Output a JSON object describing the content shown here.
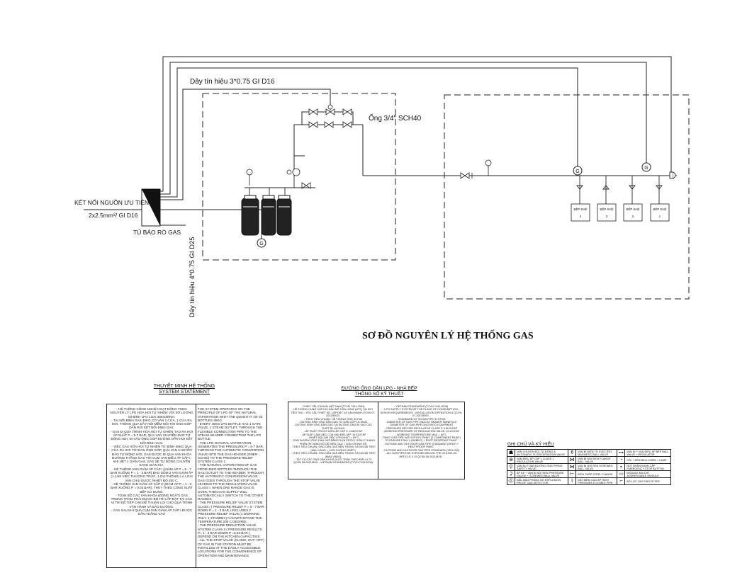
{
  "diagram": {
    "title": "SƠ ĐỒ NGUYÊN LÝ HỆ THỐNG GAS",
    "signal_cable_top": "Dây tín hiệu 3*0.75 GI D16",
    "signal_cable_side": "Dây tín hiệu 4*0.75 GI D25",
    "pipe_label": "Ống 3/4\" SCH40",
    "power_label": "KẾT NỐI NGUỒN ƯU TIÊN",
    "power_cable": "2x2.5mm²/ GI D16",
    "panel_label": "TỦ BÁO RÒ GAS",
    "detector_symbol": "G",
    "stoves": [
      {
        "name": "BẾP KHÈ",
        "num": "4"
      },
      {
        "name": "BẾP KHÈ",
        "num": "3"
      },
      {
        "name": "BẾP KHÈ",
        "num": "2"
      },
      {
        "name": "BẾP KHÈ",
        "num": "1"
      }
    ]
  },
  "statement": {
    "title_vn": "THUYẾT MINH HỆ THỐNG",
    "title_en": "SYSTEM STATEMENT",
    "col_vn": "- HỆ THỐNG CÔNG NGHỆ HOẠT ĐỘNG THEO NGUYÊN LÝ LPG HÓA HƠI TỰ NHIÊN VỚI SỐ LƯỢNG 03 BÌNH LPG LOẠI 45KG/BÌNH.\n- TẠI NỐI BÌNH GAS 45KG CÓ VAN 1 CỬA, 1 CỬA RA HƠI, THÔNG QUA DÂY NỐI MỀM NỐI TỚI ỐNG GÓP DẪN HƠI KẾT NỐI BÌNH GAS.\n- GAS ĐI QUA TRÌNH HÓA HƠI TỰ NHIÊN TẠO RA HƠI ÁP SUẤT P = 5-7 BAR, QUA VAN CHUYỂN ĐẢO TỰ ĐỘNG HƠI, ĐI VÀO ỐNG GÓP ĐƯỜNG DẪN HƠI KẾT NỐI BÌNH GAS.\n- VIỆC GAS HÓA HƠI TỰ NHIÊN TỪ BÌNH 45KG QUA CỬA RA HƠI TỚI DÀN ỐNG GÓP, QUA VAN CHUYỂN ĐẢO TỰ ĐỘNG HƠI, GAS ĐƯỢC ĐI QUA VAN KHÓA ĐƯỜNG THẲNG GAS TỚI CỤM VAN ĐIỀU ÁP CẤP I, KHI HẾT 1 GIÀN GAS, GAS SẼ TỰ ĐỘNG CHUYỂN SANG GIÀN KIA.\n- HỆ THỐNG VAN GIẢM ÁP CẤP I (GIẢM ÁP P = 5 - 7 BAR XUỐNG P = 1 - 3 BAR) BAO GỒM 2 VAN GIẢM ÁP (1 LÀM VIỆC THƯỜNG TRỰC, 1 DỰ PHÒNG) LÀ LOẠI VAN CHỊU ĐƯỢC NHIỆT ĐỘ 200 C.\n- HỆ THỐNG VAN GIẢM ÁP CẤP II (GIẢM ÁP P = 1 - 3 BAR XUỐNG P = 0.03 BAR), THUY THEO CÔNG SUẤT BẾP SỬ DỤNG.\n- TOÀN BỘ CÁC VAN KHÓA (ĐÓNG NGẮT) GAS TRONG TRẠM PHẢI ĐƯỢC BỐ TRÍ LẮP ĐẶT TẠI CÁC VỊ TRÍ DỄ TIẾP CẬN ĐỂ THUẬN LỢI CHO QUÁ TRÌNH VẬN HÀNH VÀ BẢO DƯỠNG.\n- GAS SAU KHI QUA CỤM VAN GIẢM ÁP CẤP I ĐƯỢC DẪN THẲNG VÀO",
    "col_en": "THE SYSTEM OPERATES ON THE PRINCIPLE OF LPG OF THE NATURAL VAPORATION WITH THE QUANTITY OF 03 BOTTLES 45KG.\n- EVERY 45KG LPG BOTTLE HAS 1 GATE VALVE, 1 STEAM OUTLET, THROUGH THE FLEXIBLE CONNECTION PIPE TO THE STEAM HEADER CONNECTING THE LPG BOTTLE.\n- THE LPG NATURAL VAPORATION GENERATES THE PRESSURE P = 5-7 BAR, THROUGH THE AUTOMATIC CONVERTION VALVE INTO THE GAS HEADER (ONER-SCH40) TO THE PRESSURE RELIEF SYSTEM CLASS 1.\n- THE NATURAL VAPORATION OF GAS FROM 45KG BOTTLES THROUGH THE GAS OUTLET TO THE HEADER, THROUGH THE AUTOMATIC CONVERSION VALVE, GAS GOES THROUGH THE STOP VALVE LEADING TO THE REGULATION VALVE CLASS I. WHEN ONE RANGE GAS IS OVER, THEN GAS SUPPLY WILL AUTOMATICALLY SWITCH TO THE OTHER RANGES.\n- THE PRESSURE RELIEF VALVE SYSTEM CLASS I ( PRESSURE RELIEF P = 5 - 7 BAR DOWN P = 1 - 3 BAR ) INCLUDES 2 PRESSURE RELIEF VALVE (1 WORKING ONLY, 1 STANDBY) CAN WITHSTAND THE TEMPERATURE 200 C DEGREE.\n- THE PRESSURE REDUCTION VALVE SYSTEM CLASS II ( PRESSURE RESULTS P= 1 - 3 BAR DOWN P =0.03 BAR ), DEPEND ON THE KITCHEN CAPACITIES.\n- ALL THE STOP VALVE (CLOSE, CUT- OFF) OF GAS IN THE STATION MUST BE INSTALLED AT THE EASILY ACCESSIBLE LOCATIONS FOR THE CONVENIENCE OF OPERATION AND MAINTENANCE."
  },
  "specs": {
    "title_vn": "ĐƯỜNG ỐNG DẪN LPG - NHÀ BẾP",
    "title_en": "THÔNG SỐ KỸ THUẬT",
    "col_vn": "- THEO TIÊU CHUẨN VIỆT NAM (TCVN 7441:2004)\nHỆ THỐNG CUNG CẤP KHÍ DẦU MỎ HÓA LỎNG (LPG) TẠI NƠI TIÊU THỤ - YÊU CẦU THIẾT KẾ, LẮP ĐẶT VÀ VẬN HÀNH (TCVN 07-2013/BXD).\n- THEO TIÊU CHUẨN: HỆ THỐNG ỐNG SCH40\n- ĐƯỜNG KÍNH ỐNG DẪN GAS TỪ DÀN GÓP LÀ DN20\n- ĐƯỜNG KÍNH ỐNG DẪN GAS TẠI ĐƯỜNG ỐNG ĐI VÀO CÁC THIẾT BỊ LÀ DN15\n- ÁP SUẤT TRƯỚC ĐIỀU ÁP CẤP 2: 0.6KG/CM²\n- ÁP SUẤT LÀM VIỆC CỦA VAN ĐIỀU ÁP: 15 KG/CM²\n- NHIỆT ĐỘ LÀM VIỆC LỚN NHẤT = 60°C\n- SƠN ĐƯỜNG ỐNG DẪN GAS BẰNG SƠN EPOXY GỒM 2 THÀNH PHẦN (RỈ VÀNG ĐỎ DỄ BIẾN CAO = 3CM CHỐNG RỈ)\n- THEO TIÊU CHUẨN: ỐNG DẪN GAS BÊN TRONG VÀ NGOÀI TRỜI (MÀU VÀNG = SƠN CHỐNG NHIỆT)\n- THEO TIÊU CHUẨN: ỐNG DẪN GAS BÊN TRONG VÀ NGOÀI TRỜI (MÀU VÀNG)\n- TẤT CẢ CÁC ỐNG DẪN KHÍ ĐI DƯỚI TRẦN THEO ĐIỀU 4.70 QCVN 06:2021/BXD - VIETNAM STANDARDS (TCVN 7441:2008)",
    "col_en": "- VIETNAM STANDARDS (TCVN 7441:2008)\n- LPG SUPPLY SYSTEM AT THE PLACE OF CONSUMPTION - DESIGN REQUIREMENTS - INSTALLATION OPERATION & QCVN 07-2013/BXD.\n- STANDARD OF SCH40 PIPE SYSTEM\n- DIAMETER OF GAS PIPE DN20 AT HEADER MANIFOLD\n- DIAMETER OF GAS PIPE DN15 INTO EQUIPMENT\n- PRESSURE BEFORE REGULATOR CLASS 2: 0.6KG/CM²\n- WORKING PRESSURE OF REGULATION VALVE: 15 KG/CM²\n- WORKING TEMPERATURE MAX = 60°C\n- PAINT GAS PIPE WITH EPOXY PAINT (2 COMPONENT PAINT) TO ENSURE FRAY 2 (RABBIT) + RUST RESISTANT PAINT\n- OUTSIDE AND OUTDOOR GAS PIPE STANDARD (GRAY) + HEAT PROOF PAINT\n- OUTSIDE AND OUTDOOR GAS PIPE STANDARD (YELLOW)\n- ALL GAS PIPES BE EXPOSED BELOW THE CEILING AS ARTICLE 4.70 QCVN 06:2021/BXD."
  },
  "legend": {
    "title": "GHI CHÚ VÀ KÝ HIỆU",
    "rows": [
      {
        "s1": "☗",
        "t1": "VAN CHUYỂN ĐỔI TỰ ĐỘNG & AUTOMATIC FLOW DEVIATION VALVE",
        "s2": "⚱",
        "t2": "VAN BÍ ĐIỆN TỪ ELECTRO-MAGNETIC BALL VALVE",
        "s3": "⊶",
        "t3": "VAN BI + VAN ĐIỀU ÁP BẾP BALL VALVE + REGULATOR"
      },
      {
        "s1": "⊕",
        "t1": "VAN ĐIỀU ÁP CẤP 1 CLASS 1 REGULATION VALVE",
        "s2": "⋈",
        "t2": "VAN BI NỐI BÍCH FLANGE BALL VALVE",
        "s3": "◔",
        "t3": "CÒI + ĐÈN BELL HORN + LAMP"
      },
      {
        "s1": "⚲",
        "t1": "VAN AN TOÀN ĐƯỜNG ỐNG PIPING SAFETY VALVE",
        "s2": "⋈",
        "t2": "VAN BI NỐI REN SCREWED BALL VALVE",
        "s3": "▪",
        "t3": "NÚT NHẤN KHẨN CẤP EMERGENCY STOP BUTTON"
      },
      {
        "s1": "⚳",
        "t1": "ÁP KẾ + VAN BI NỐI REN PRESSURE GAUGE + SCREWED BALL VALVE",
        "s2": "⊢",
        "t2": "BÍCH THÉP STEEL FLANGE",
        "s3": "▭",
        "t3": "MODULE ĐỊA CHỈ ADDRESSABLE MODULE"
      },
      {
        "s1": "Ⓖ",
        "t1": "ĐẦU BÁO PHÒNG NỔ EXPLOSION PROOF GAS DETECTOR",
        "s2": "⌇",
        "t2": "DÂY MỀM CAO ÁP HIGH PRESSURE FLEXIBLE PIPE",
        "s3": "⌐",
        "t3": "BỘ LỌC GAS GAS FILTER"
      }
    ]
  }
}
